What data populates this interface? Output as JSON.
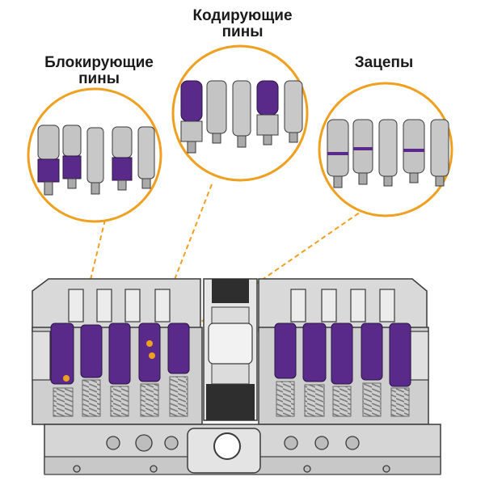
{
  "labels": {
    "coding_pins_line1": "Кодирующие",
    "coding_pins_line2": "пины",
    "blocking_pins_line1": "Блокирующие",
    "blocking_pins_line2": "пины",
    "hooks": "Зацепы"
  },
  "colors": {
    "callout_ring": "#f0a020",
    "pin_purple": "#5a2a8a",
    "pin_grey": "#c4c4c4",
    "body_grey": "#d9d9d9",
    "outline": "#3a3a3a",
    "cam_dark": "#2e2e2e",
    "spring": "#8a8a8a"
  }
}
